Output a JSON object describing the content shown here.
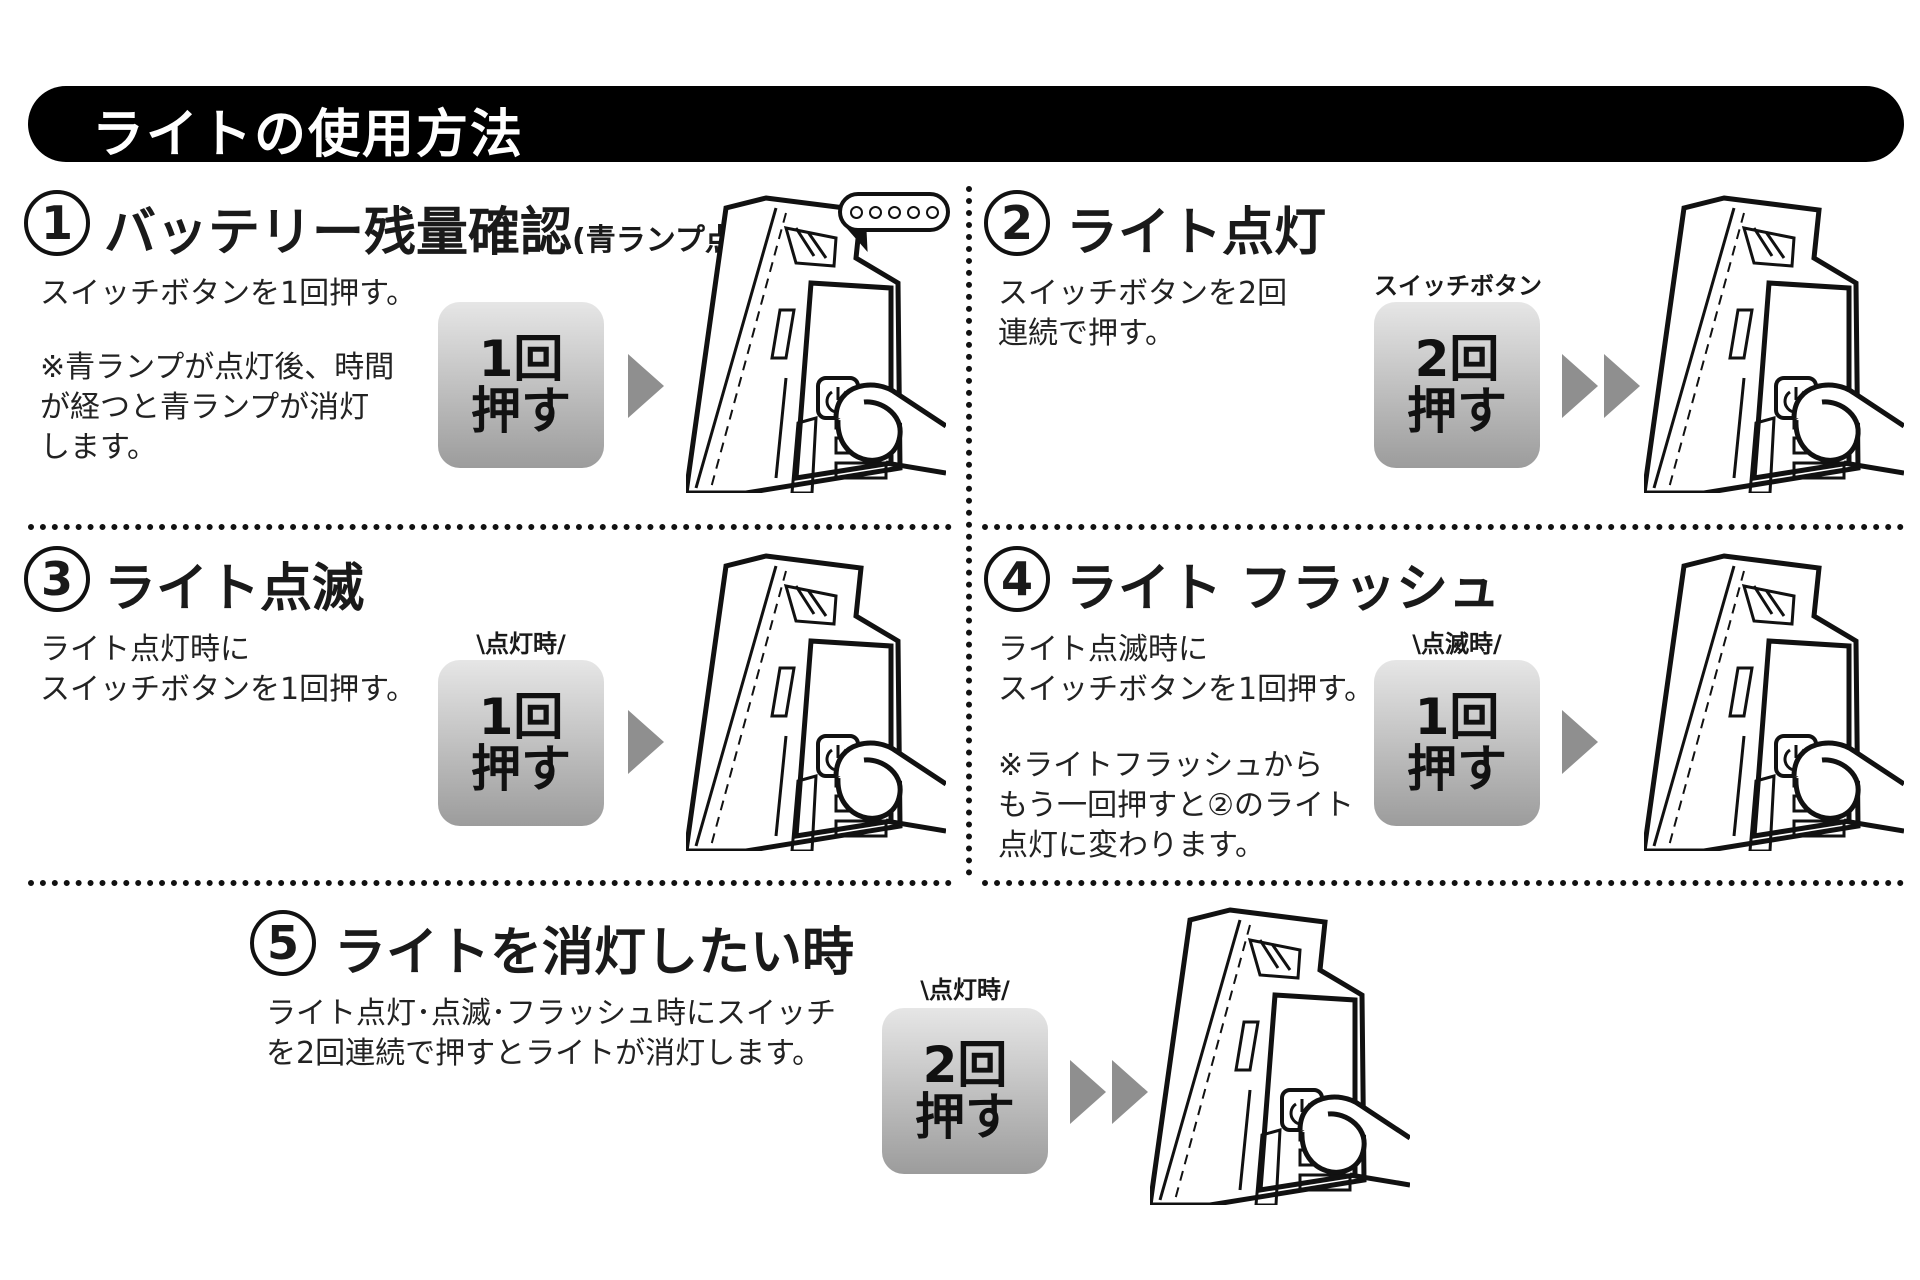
{
  "header": {
    "title": "ライトの使用方法"
  },
  "steps": [
    {
      "number": "1",
      "title": "バッテリー残量確認",
      "title_sub": "(青ランプ点灯)",
      "description": "スイッチボタンを1回押す。",
      "note": "※青ランプが点灯後、時間\nが経つと青ランプが消灯\nします。",
      "button_caption": "",
      "button_label": "1回\n押す",
      "arrow_count": 1
    },
    {
      "number": "2",
      "title": "ライト点灯",
      "description": "スイッチボタンを2回\n連続で押す。",
      "button_caption": "スイッチボタン",
      "button_label": "2回\n押す",
      "arrow_count": 2
    },
    {
      "number": "3",
      "title": "ライト点滅",
      "description": "ライト点灯時に\nスイッチボタンを1回押す。",
      "button_caption": "\\点灯時/",
      "button_label": "1回\n押す",
      "arrow_count": 1
    },
    {
      "number": "4",
      "title": "ライト フラッシュ",
      "description": "ライト点滅時に\nスイッチボタンを1回押す。",
      "note": "※ライトフラッシュから\nもう一回押すと②のライト\n点灯に変わります。",
      "button_caption": "\\点滅時/",
      "button_label": "1回\n押す",
      "arrow_count": 1
    },
    {
      "number": "5",
      "title": "ライトを消灯したい時",
      "description": "ライト点灯･点滅･フラッシュ時にスイッチ\nを2回連続で押すとライトが消灯します。",
      "button_caption": "\\点灯時/",
      "button_label": "2回\n押す",
      "arrow_count": 2
    }
  ],
  "colors": {
    "header_bg": "#000000",
    "button_top": "#e6e6e6",
    "button_bottom": "#9c9c9c",
    "arrow": "#8f8f8f"
  },
  "icons": [
    "power-icon",
    "finger-icon",
    "battery-led-icon",
    "arrow-icon"
  ]
}
